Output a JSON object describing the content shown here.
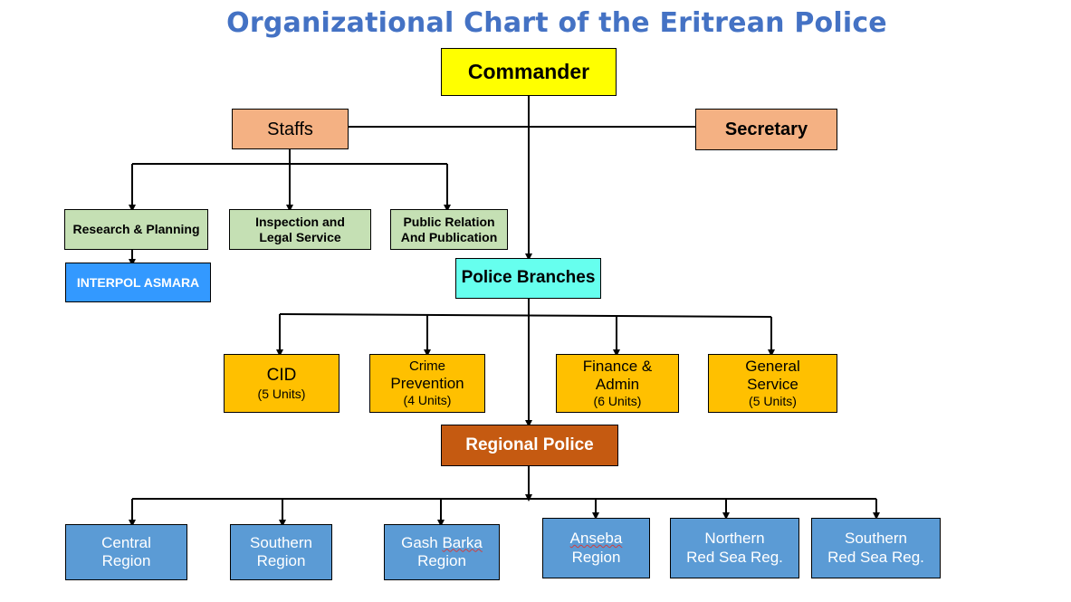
{
  "title": "Organizational Chart of the Eritrean Police",
  "colors": {
    "title": "#4472c4",
    "commander": "#ffff00",
    "staff": "#f4b183",
    "unit": "#c5e0b4",
    "interpol": "#3399ff",
    "branches": "#66ffee",
    "branch": "#ffc000",
    "regional": "#c55a11",
    "region": "#5b9bd5"
  },
  "nodes": {
    "commander": "Commander",
    "staffs": "Staffs",
    "secretary": "Secretary",
    "research": "Research & Planning",
    "inspection": {
      "line1": "Inspection and",
      "line2": "Legal Service"
    },
    "public_relation": {
      "line1": "Public Relation",
      "line2": "And Publication"
    },
    "interpol": "INTERPOL ASMARA",
    "police_branches": "Police Branches",
    "cid": {
      "name": "CID",
      "units": "(5 Units)"
    },
    "crime_prevention": {
      "line1": "Crime",
      "line2": "Prevention",
      "units": "(4 Units)"
    },
    "finance": {
      "line1": "Finance &",
      "line2": "Admin",
      "units": "(6 Units)"
    },
    "general_service": {
      "line1": "General",
      "line2": "Service",
      "units": "(5 Units)"
    },
    "regional_police": "Regional Police",
    "regions": {
      "central": {
        "line1": "Central",
        "line2": "Region"
      },
      "southern": {
        "line1": "Southern",
        "line2": "Region"
      },
      "gash_barka": {
        "line1": "Gash",
        "line1b": "Barka",
        "line2": "Region"
      },
      "anseba": {
        "line1": "Anseba",
        "line2": "Region"
      },
      "northern_red_sea": {
        "line1": "Northern",
        "line2": "Red Sea Reg."
      },
      "southern_red_sea": {
        "line1": "Southern",
        "line2": "Red Sea Reg."
      }
    }
  }
}
